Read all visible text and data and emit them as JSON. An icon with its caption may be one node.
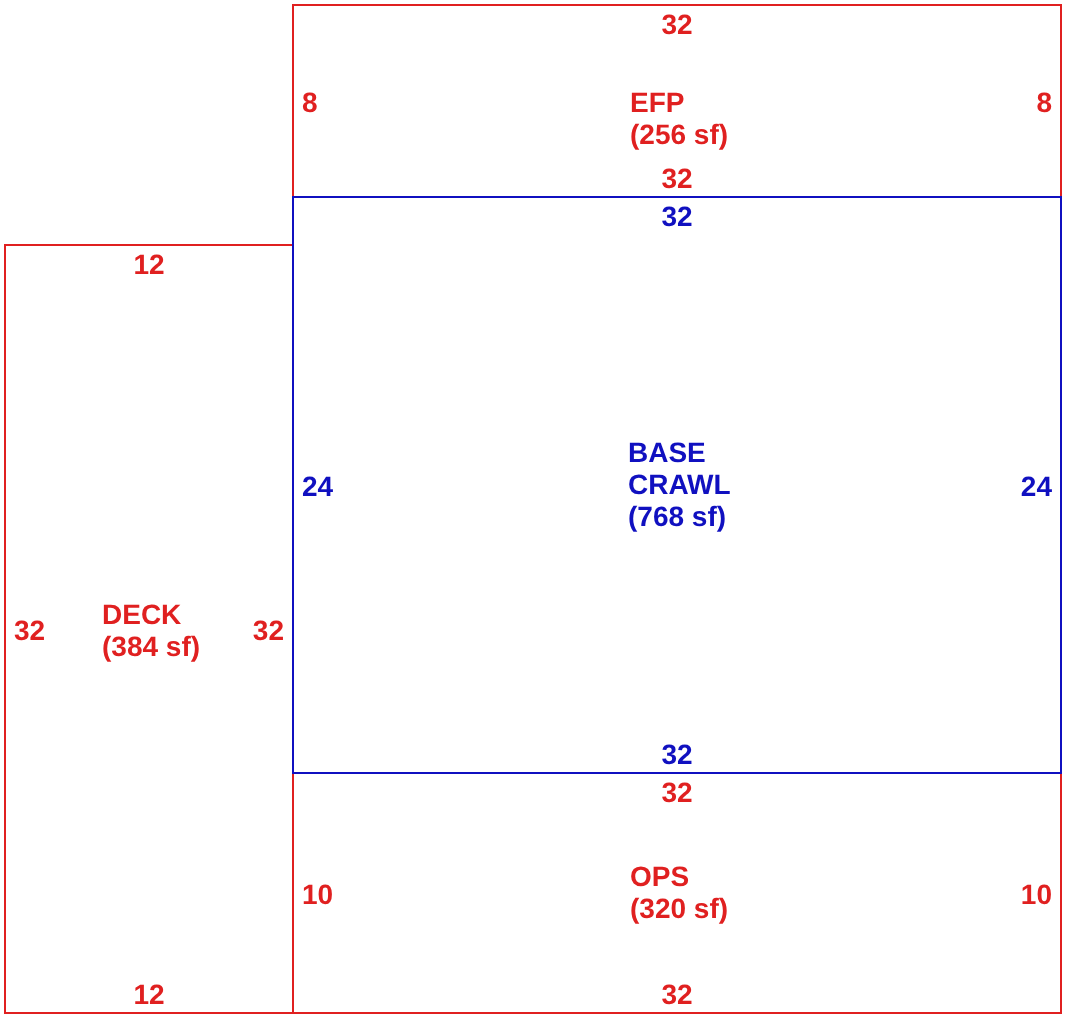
{
  "diagram": {
    "nodes": [
      {
        "text": [
          "32",
          "8",
          "EFP",
          "(256 sf)",
          "8",
          "32"
        ]
      },
      {
        "text": [
          "12",
          "32",
          "DECK",
          "(384 sf)",
          "32",
          "12"
        ]
      },
      {
        "text": [
          "32",
          "24",
          "BASE CRAWL",
          "(768 sf)",
          "24",
          "32"
        ]
      },
      {
        "text": [
          "32",
          "10",
          "OPS",
          "(320 sf)",
          "10",
          "32"
        ]
      }
    ]
  }
}
